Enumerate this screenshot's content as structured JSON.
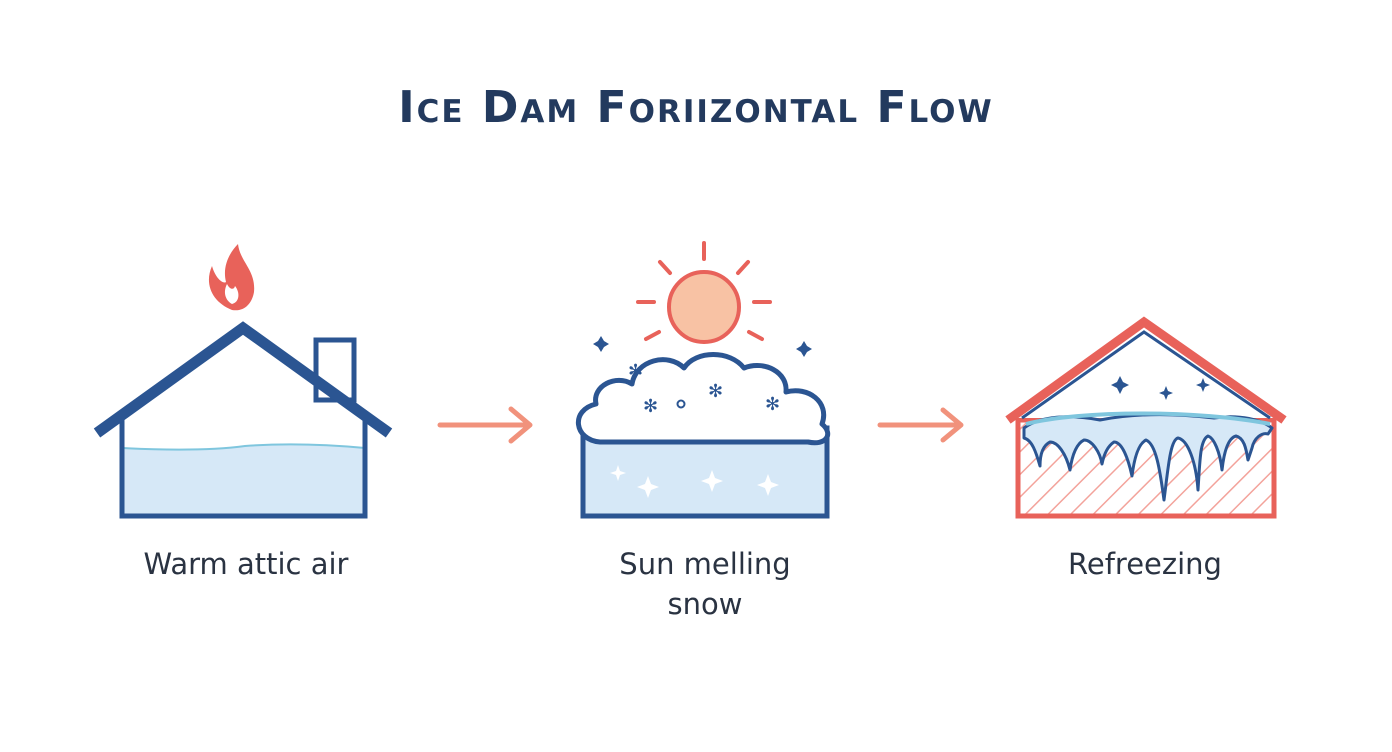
{
  "title": "Ice Dam Foriizontal Flow",
  "steps": [
    {
      "label_lines": [
        "Warm attic air"
      ],
      "icon": "house-flame-icon"
    },
    {
      "label_lines": [
        "Sun melling",
        "snow"
      ],
      "icon": "sun-snow-cloud-icon"
    },
    {
      "label_lines": [
        "Refreezing"
      ],
      "icon": "icicle-roof-icon"
    }
  ],
  "colors": {
    "navy": "#2b5592",
    "coral": "#e8625a",
    "arrow": "#f1927c",
    "ice_fill": "#d6e8f7",
    "ice_edge": "#7fc6de",
    "sun_fill": "#f8c2a4",
    "title": "#233a5e"
  }
}
